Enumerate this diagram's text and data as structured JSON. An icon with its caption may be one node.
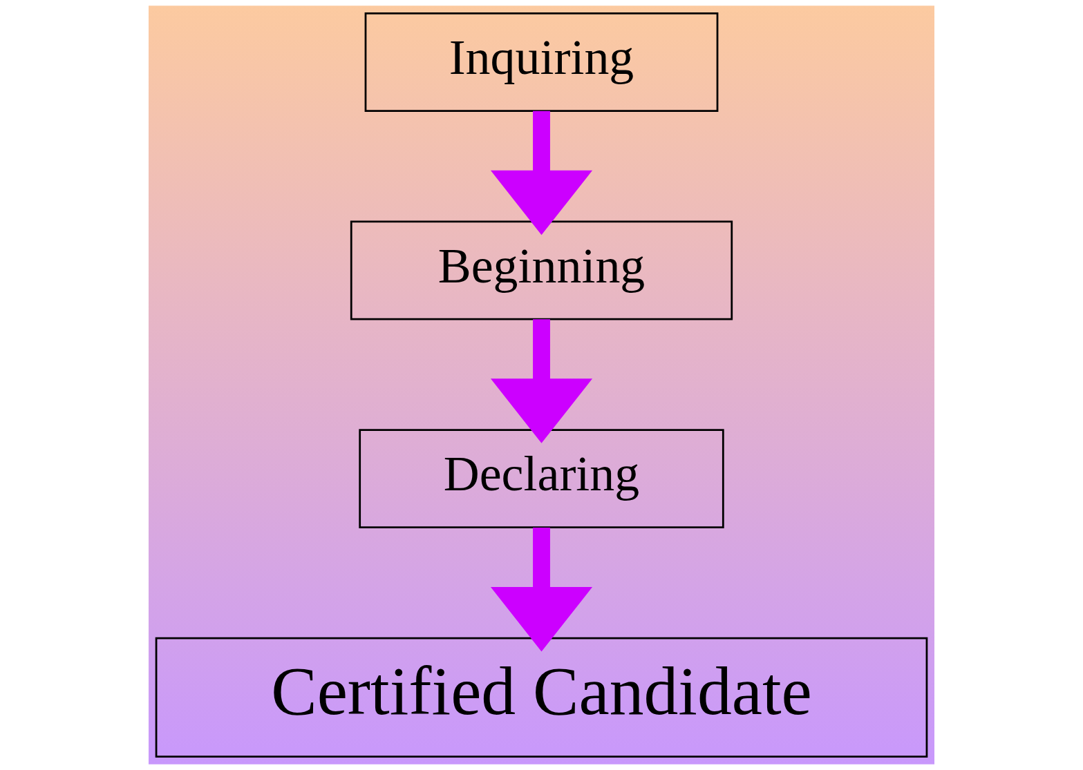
{
  "diagram": {
    "nodes": [
      {
        "text": [
          "Inquiring"
        ]
      },
      {
        "text": [
          "Beginning"
        ]
      },
      {
        "text": [
          "Declaring"
        ]
      },
      {
        "text": [
          "Certified Candidate"
        ]
      }
    ],
    "edges": [
      {
        "from": 0,
        "to": 1,
        "arrow": "to"
      },
      {
        "from": 1,
        "to": 2,
        "arrow": "to"
      },
      {
        "from": 2,
        "to": 3,
        "arrow": "to"
      }
    ]
  }
}
